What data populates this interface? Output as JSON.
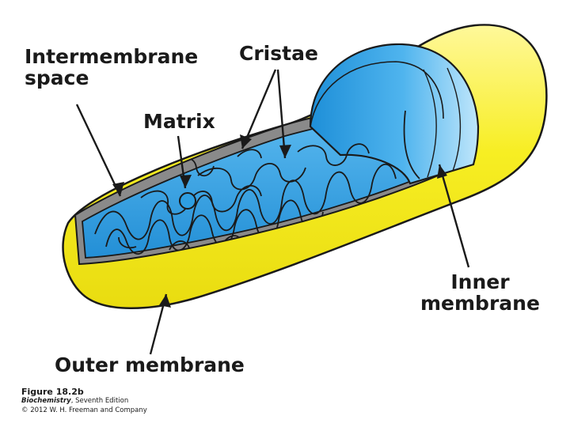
{
  "labels": {
    "intermembrane_line1": "Intermembrane",
    "intermembrane_line2": "space",
    "cristae": "Cristae",
    "matrix": "Matrix",
    "inner_line1": "Inner",
    "inner_line2": "membrane",
    "outer": "Outer membrane"
  },
  "caption": {
    "figure": "Figure 18.2b",
    "book_title": "Biochemistry",
    "edition": ", Seventh Edition",
    "copyright": "© 2012 W. H. Freeman and Company"
  },
  "colors": {
    "outer_membrane": "#f7ee23",
    "matrix": "#2e9fe3",
    "matrix_light": "#8fd0f5",
    "intermembrane": "#8a8a8a",
    "outline": "#1a1a1a"
  }
}
